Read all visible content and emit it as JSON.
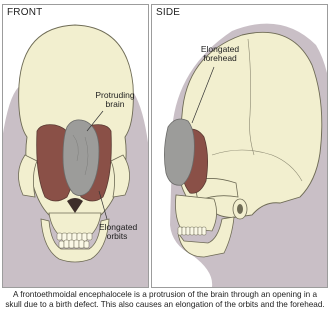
{
  "panels": {
    "front": {
      "title": "FRONT",
      "labels": {
        "brain": "Protruding brain",
        "orbits": "Elongated orbits"
      }
    },
    "side": {
      "title": "SIDE",
      "labels": {
        "forehead": "Elongated forehead"
      }
    }
  },
  "caption": "A frontoethmoidal encephalocele is a protrusion of the brain through an opening in a skull due to a birth defect.  This also causes an elongation of the orbits and the forehead.",
  "colors": {
    "silhouette": "#c9bfc6",
    "skull": "#f2efcf",
    "skull_outline": "#6e6b55",
    "orbit": "#8a5047",
    "brain": "#9c9c9a",
    "panel_border": "#9c9c9c"
  }
}
